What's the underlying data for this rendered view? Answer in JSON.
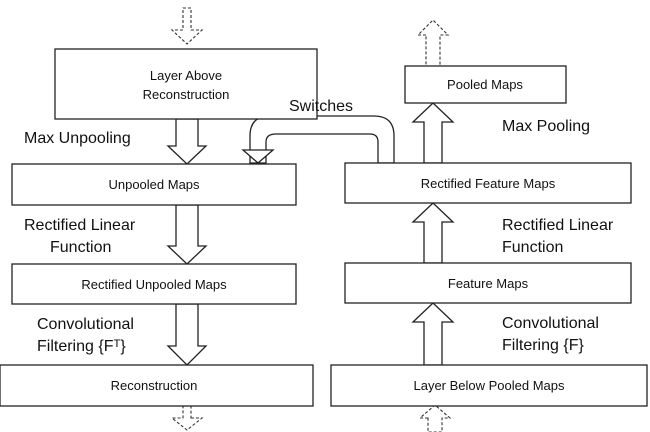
{
  "boxes": {
    "layer_above": [
      "Layer Above",
      "Reconstruction"
    ],
    "unpooled_maps": "Unpooled Maps",
    "rectified_unpooled_maps": "Rectified Unpooled Maps",
    "reconstruction": "Reconstruction",
    "pooled_maps": "Pooled Maps",
    "rectified_feature_maps": "Rectified Feature Maps",
    "feature_maps": "Feature Maps",
    "layer_below": "Layer Below Pooled Maps"
  },
  "operations": {
    "max_unpooling": "Max Unpooling",
    "rectified_linear_left": [
      "Rectified Linear",
      "Function"
    ],
    "convolutional_left": [
      "Convolutional",
      "Filtering {Fᵀ}"
    ],
    "switches": "Switches",
    "max_pooling": "Max Pooling",
    "rectified_linear_right": [
      "Rectified Linear",
      "Function"
    ],
    "convolutional_right": [
      "Convolutional",
      "Filtering {F}"
    ]
  }
}
